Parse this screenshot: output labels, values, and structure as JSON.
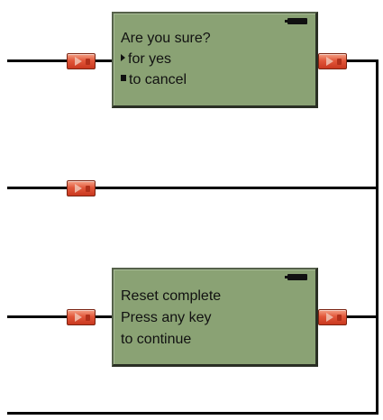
{
  "screens": [
    {
      "id": "confirm",
      "lines": [
        "Are you sure?",
        "for yes",
        "to cancel"
      ],
      "icons": [
        "play-icon",
        "stop-icon"
      ]
    },
    {
      "id": "reset",
      "lines": [
        "Reset complete",
        "Press any key",
        "to continue"
      ]
    }
  ],
  "colors": {
    "wire": "#000000",
    "lcd_background": "#8aa274",
    "connector": "#e2573a"
  },
  "icon_names": {
    "connector": "connector-icon",
    "battery": "battery-icon"
  }
}
